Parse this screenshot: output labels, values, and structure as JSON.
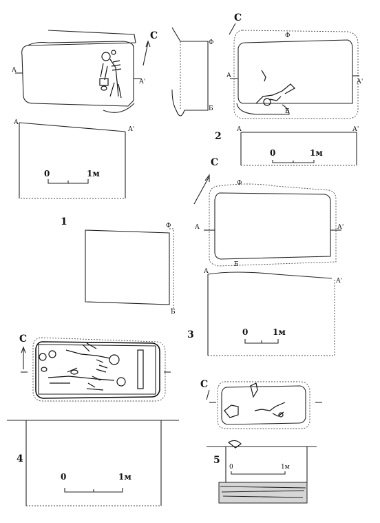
{
  "figures": [
    {
      "id": "1",
      "number": "1",
      "north": "С",
      "plan_left": "А",
      "plan_right": "А'",
      "section_left": "А",
      "section_right": "А'",
      "scale_zero": "0",
      "scale_one": "1м"
    },
    {
      "id": "2",
      "number": "2",
      "north": "С",
      "plan_left": "А",
      "plan_right": "А'",
      "section_left": "А",
      "section_right": "А'",
      "scale_zero": "0",
      "scale_one": "1м",
      "marks": [
        "Ф",
        "Б"
      ]
    },
    {
      "id": "3",
      "number": "3",
      "north": "С",
      "plan_left": "А",
      "plan_right": "А'",
      "section_left": "А",
      "section_right": "А'",
      "scale_zero": "0",
      "scale_one": "1м",
      "marks": [
        "Ф",
        "Б"
      ]
    },
    {
      "id": "4",
      "number": "4",
      "north": "С",
      "scale_zero": "0",
      "scale_one": "1м"
    },
    {
      "id": "5",
      "number": "5",
      "north": "С",
      "scale_zero": "0",
      "scale_one": "1м"
    }
  ]
}
